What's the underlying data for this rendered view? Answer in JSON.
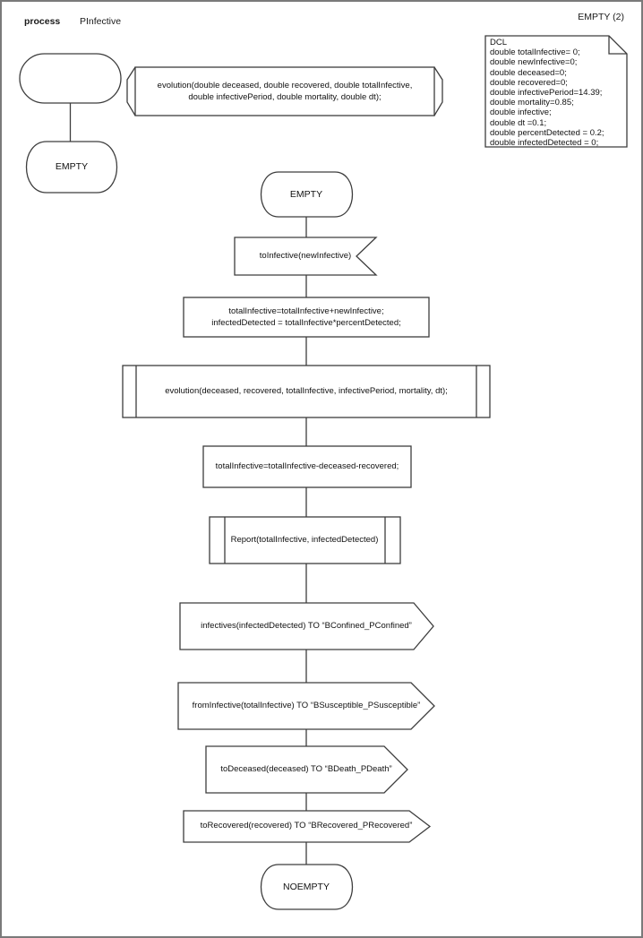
{
  "header": {
    "kind_label": "process",
    "process_name": "PInfective",
    "page_label": "EMPTY (2)"
  },
  "declarations": {
    "lines": [
      "DCL",
      "double totalInfective= 0;",
      "double newInfective=0;",
      "double deceased=0;",
      "double recovered=0;",
      "double infectivePeriod=14.39;",
      "double mortality=0.85;",
      "double infective;",
      "double dt =0.1;",
      "double percentDetected = 0.2;",
      "double infectedDetected = 0;"
    ]
  },
  "left_column": {
    "state_label": "EMPTY",
    "procedure_declaration_lines": [
      "evolution(double deceased, double recovered, double totalInfective,",
      "double infectivePeriod, double mortality, double dt);"
    ]
  },
  "flow": {
    "start_state": "EMPTY",
    "input_signal": "toInfective(newInfective)",
    "task1_lines": [
      "totalInfective=totalInfective+newInfective;",
      "infectedDetected = totalInfective*percentDetected;"
    ],
    "procedure_call": "evolution(deceased, recovered, totalInfective, infectivePeriod, mortality, dt);",
    "task2": "totalInfective=totalInfective-deceased-recovered;",
    "report_call": "Report(totalInfective, infectedDetected)",
    "outputs": [
      "infectives(infectedDetected) TO “BConfined_PConfined”",
      "fromInfective(totalInfective) TO “BSusceptible_PSusceptible”",
      "toDeceased(deceased) TO “BDeath_PDeath”",
      "toRecovered(recovered) TO “BRecovered_PRecovered”"
    ],
    "end_state": "NOEMPTY"
  }
}
